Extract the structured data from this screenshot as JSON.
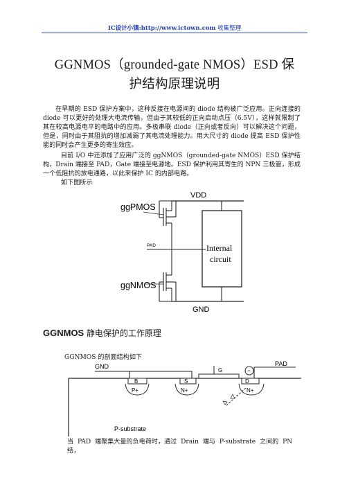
{
  "header": {
    "site": "IC设计小镇:http://www.ictown.com",
    "note": "收集整理"
  },
  "title": {
    "line1": "GGNMOS（grounded-gate NMOS）ESD 保",
    "line2": "护结构原理说明"
  },
  "paragraphs": {
    "p1": "在早期的 ESD 保护方案中，这种反接在电源间的 diode 结构被广泛应用。正向连接的 diode 可以更好的处理大电流传输，但由于其较低的正向启动点压（6.5V），这样就限制了其在较高电源电平的电路中的应用。多极串联 diode（正向或者反向）可以解决这个问题，但是，同时由于其阻抗的增加减弱了其电流处理能力。用大尺寸的 diode 提高 ESD 保护性能的同时会产生更多的寄生效应。",
    "p2": "目前 I/O 中还添加了应用广泛的 ggNMOS（grounded-gate NMOS）ESD 保护结构，Drain 端接至 PAD，Gate 端接至电源地。ESD 保护利用其寄生的 NPN 三极管，形成一个低阻抗的放电通路，以此来保护 IC 的内部电路。",
    "p3": "如下图所示",
    "p4": "当 PAD 端聚集大量的负电荷时，通过 Drain 端与 P-substrate 之间的 PN 结，"
  },
  "circuit": {
    "vdd": "VDD",
    "gnd": "GND",
    "pmos": "ggPMOS",
    "nmos": "ggNMOS",
    "pad": "PAD",
    "internal1": "Internal",
    "internal2": "circuit"
  },
  "section": {
    "title_en": "GGNMOS",
    "title_cn": "静电保护的工作原理",
    "subtitle": "GGNMOS 的剖面结构如下"
  },
  "cross_section": {
    "gnd": "GND",
    "pad": "PAD",
    "b": "B",
    "s": "S",
    "g": "G",
    "d": "D",
    "pplus": "P+",
    "nplus_s": "N+",
    "nplus_d": "N+",
    "minus": "−",
    "substrate": "P-substrate"
  }
}
